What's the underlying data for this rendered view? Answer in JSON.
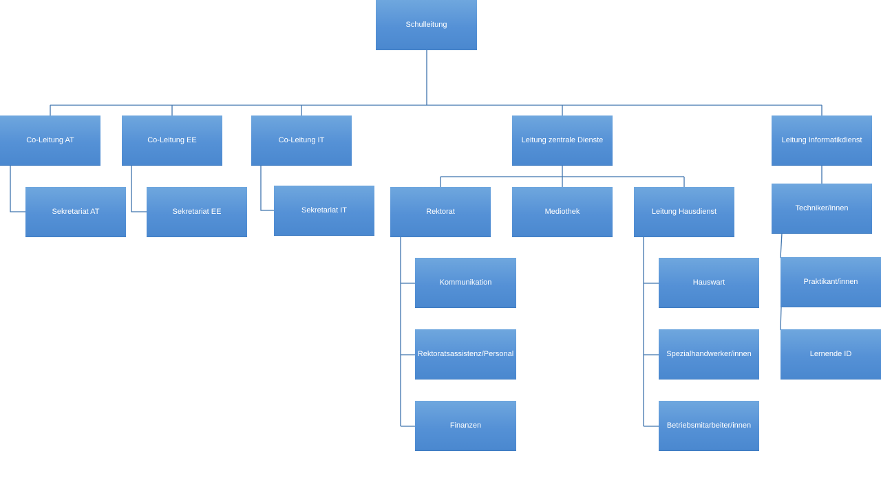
{
  "org": {
    "root": "Schulleitung",
    "co_at": "Co-Leitung AT",
    "co_ee": "Co-Leitung EE",
    "co_it": "Co-Leitung IT",
    "zentrale": "Leitung zentrale Dienste",
    "informatik": "Leitung Informatikdienst",
    "sek_at": "Sekretariat AT",
    "sek_ee": "Sekretariat EE",
    "sek_it": "Sekretariat IT",
    "rektorat": "Rektorat",
    "mediothek": "Mediothek",
    "hausdienst": "Leitung Hausdienst",
    "techniker": "Techniker/innen",
    "kommunikation": "Kommunikation",
    "rektoratsassistenz": "Rektoratsassistenz/Personal",
    "finanzen": "Finanzen",
    "hauswart": "Hauswart",
    "spezial": "Spezialhandwerker/innen",
    "betrieb": "Betriebsmitarbeiter/innen",
    "praktikant": "Praktikant/innen",
    "lernende": "Lernende ID"
  },
  "colors": {
    "box_top": "#6fa7de",
    "box_bottom": "#4a88cf",
    "connector": "#3f74ad",
    "text": "#ffffff"
  }
}
